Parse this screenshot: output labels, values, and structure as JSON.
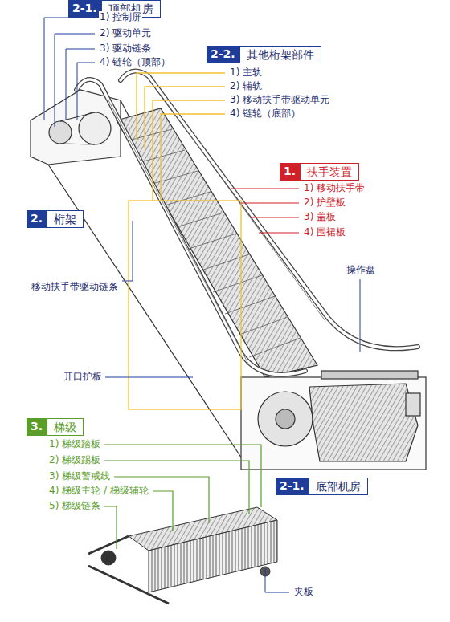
{
  "diagram": {
    "nodes": [
      {
        "text": [
          "2-1.",
          "顶部机房"
        ]
      },
      {
        "text": [
          "2-2.",
          "其他桁架部件"
        ]
      },
      {
        "text": [
          "1.",
          "扶手装置"
        ]
      },
      {
        "text": [
          "2.",
          "桁架"
        ]
      },
      {
        "text": [
          "3.",
          "梯级"
        ]
      },
      {
        "text": [
          "2-1.",
          "底部机房"
        ]
      }
    ],
    "labels": [
      "1) 控制屏",
      "2) 驱动单元",
      "3) 驱动链条",
      "4) 链轮（顶部）",
      "1) 主轨",
      "2) 辅轨",
      "3) 移动扶手带驱动单元",
      "4) 链轮（底部）",
      "1) 移动扶手带",
      "2) 护壁板",
      "3) 盖板",
      "4) 围裙板",
      "操作盘",
      "移动扶手带驱动链条",
      "开口护板",
      "1) 梯级踏板",
      "2) 梯级踢板",
      "3) 梯级警戒线",
      "4) 梯级主轮 / 梯级辅轮",
      "5) 梯级链条",
      "夹板"
    ]
  }
}
